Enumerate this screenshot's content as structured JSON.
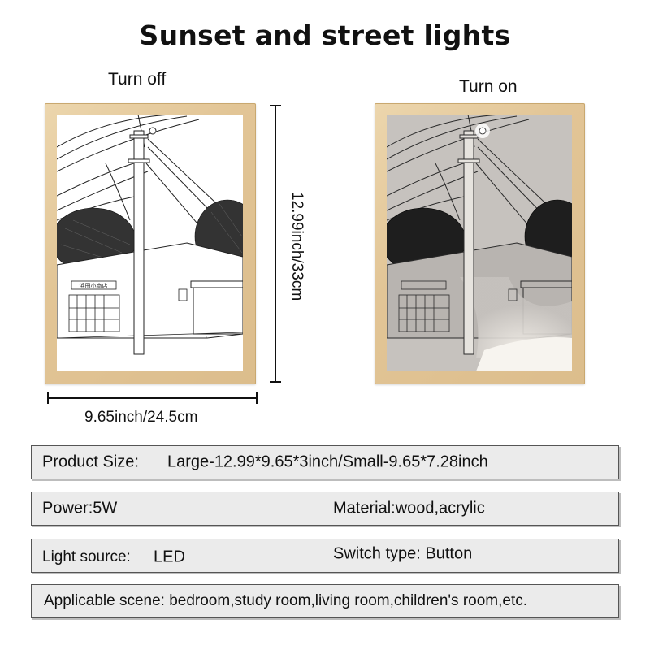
{
  "title": "Sunset and street lights",
  "captions": {
    "off": "Turn off",
    "on": "Turn on"
  },
  "dimensions": {
    "height": "12.99inch/33cm",
    "width": "9.65inch/24.5cm"
  },
  "specs": {
    "size_label": "Product Size:",
    "size_value": "Large-12.99*9.65*3inch/Small-9.65*7.28inch",
    "power": "Power:5W",
    "material": "Material:wood,acrylic",
    "light_label": "Light source:",
    "light_value": "LED",
    "switch": "Switch type: Button",
    "scene": "Applicable scene: bedroom,study room,living room,children's room,etc."
  },
  "shop_sign": "浜田小商店",
  "colors": {
    "frame_wood": "#e2c596",
    "lit_background": "#c6c2be",
    "spec_box": "#ebebeb",
    "dimension_line": "#111111"
  }
}
